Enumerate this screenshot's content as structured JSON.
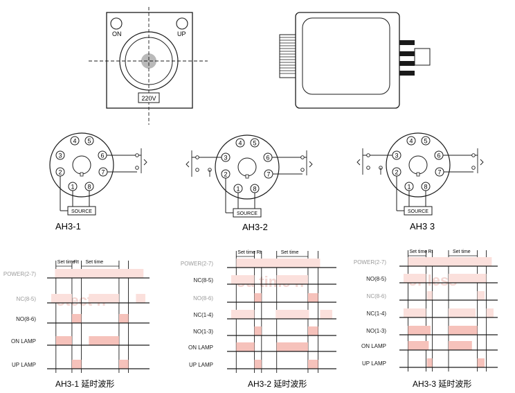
{
  "front_view": {
    "on_label": "ON",
    "up_label": "UP",
    "voltage_label": "220V"
  },
  "pin_diagrams": [
    {
      "model": "AH3-1",
      "pins": [
        "1",
        "2",
        "3",
        "4",
        "5",
        "6",
        "7",
        "8"
      ],
      "source_label": "SOURCE"
    },
    {
      "model": "AH3-2",
      "pins": [
        "1",
        "2",
        "3",
        "4",
        "5",
        "6",
        "7",
        "8"
      ],
      "source_label": "SOURCE"
    },
    {
      "model": "AH3 3",
      "pins": [
        "1",
        "2",
        "3",
        "4",
        "5",
        "6",
        "7",
        "8"
      ],
      "source_label": "SOURCE"
    }
  ],
  "timing_charts": [
    {
      "caption": "AH3-1 延时波形",
      "set_time_label": "Set time",
      "rt_label": "Rt",
      "rows": [
        "POWER(2-7)",
        "NC(8-5)",
        "NO(8-6)",
        "ON LAMP",
        "UP LAMP"
      ],
      "watermark": "otect n"
    },
    {
      "caption": "AH3-2 延时波形",
      "set_time_label": "Set time",
      "rt_label": "Rt",
      "rows": [
        "POWER(2-7)",
        "NC(8-5)",
        "NO(8-6)",
        "NC(1-4)",
        "NO(1-3)",
        "ON LAMP",
        "UP LAMP"
      ],
      "watermark": "ou time n"
    },
    {
      "caption": "AH3-3 延时波形",
      "set_time_label": "Set time",
      "rt_label": "Rt",
      "rows": [
        "POWER(2-7)",
        "NO(8-5)",
        "NC(8-6)",
        "NC(1-4)",
        "NO(1-3)",
        "ON LAMP",
        "UP LAMP"
      ],
      "watermark": "or less"
    }
  ],
  "colors": {
    "line": "#1a1a1a",
    "pulse": "#f6c2bb",
    "pulse_light": "#fbe0dc",
    "center_dot": "#b9b9b9",
    "faded_text": "#9a9a9a"
  }
}
